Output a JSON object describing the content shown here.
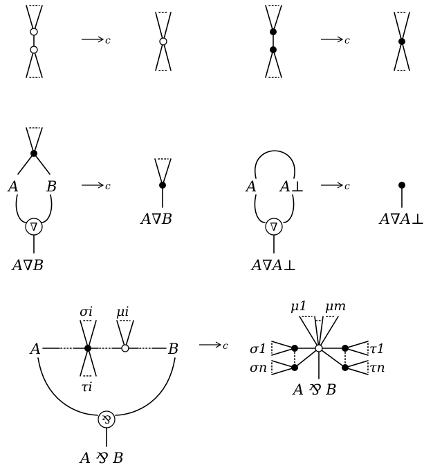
{
  "arrow_label": "c",
  "labels": {
    "A": "A",
    "B": "B",
    "A_perp": "A⊥",
    "A_nabla_B": "A∇B",
    "A_nabla_A_perp": "A∇A⊥",
    "A_par_B": "A ⅋ B",
    "nabla_symbol": "∇",
    "par_symbol": "⅋",
    "sigma_i": "σi",
    "mu_i": "μi",
    "tau_i": "τi",
    "mu_1": "μ1",
    "mu_m": "μm",
    "sigma_1": "σ1",
    "sigma_n": "σn",
    "tau_1": "τ1",
    "tau_n": "τn"
  }
}
